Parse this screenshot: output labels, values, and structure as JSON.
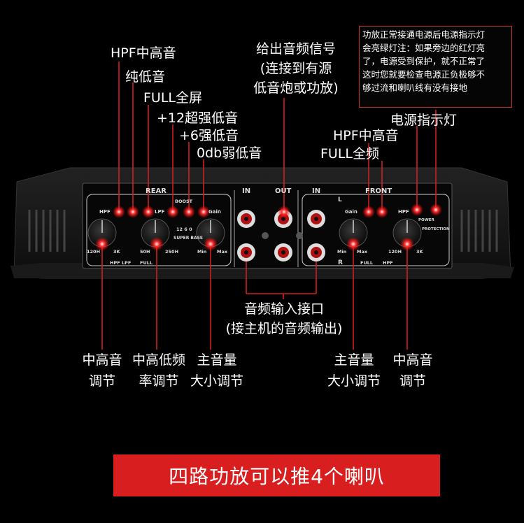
{
  "top_labels": {
    "hpf_mid_high": "HPF中高音",
    "pure_bass": "纯低音",
    "full_screen": "FULL全屏",
    "boost_12": "+12超强低音",
    "boost_6": "+6强低音",
    "boost_0": "0db弱低音",
    "output_line1": "给出音频信号",
    "output_line2": "(连接到有源",
    "output_line3": "低音炮或功放)",
    "right_hpf": "HPF中高音",
    "right_full": "FULL全频",
    "power_indicator": "电源指示灯"
  },
  "note": {
    "lines": [
      "功放正常接通电源后电源指示灯",
      "会亮绿灯注：如果旁边的红灯亮",
      "了，电源受到保护，就不正常了",
      "这时您就要检查电源正负极够不",
      "够过流和喇叭线有没有接地"
    ]
  },
  "panel": {
    "rear": "REAR",
    "in": "IN",
    "out": "OUT",
    "in2": "IN",
    "front": "FRONT",
    "l": "L",
    "r": "R",
    "hpf_l": "HPF",
    "lpf_l": "LPF",
    "boost": "BOOST",
    "gain_l": "Gain",
    "k_120h_l": "120H",
    "k_3k_l": "3K",
    "k_hpf_lpf": "HPF  LPF",
    "k_50h": "50H",
    "k_250h": "250H",
    "k_full": "FULL",
    "super_bass": "SUPER BASS",
    "boost_nums": "12 6 0",
    "min_l": "Min",
    "max_l": "Max",
    "gain_r": "Gain",
    "min_r": "Min",
    "max_r": "Max",
    "full_r": "FULL",
    "hpf_r": "HPF",
    "k_120h_r": "120H",
    "k_3k_r": "3K",
    "hpf_r2": "HPF",
    "power": "POWER",
    "protection": "PROTECTION"
  },
  "middle": {
    "input_line1": "音频输入接口",
    "input_line2": "(接主机的音频输出)"
  },
  "bottom_labels": {
    "a1": "中高音",
    "a2": "调节",
    "b1": "中高低频",
    "b2": "率调节",
    "c1": "主音量",
    "c2": "大小调节",
    "d1": "主音量",
    "d2": "大小调节",
    "e1": "中高音",
    "e2": "调节"
  },
  "banner": "四路功放可以推4个喇叭",
  "colors": {
    "accent_red": "#d81e1e",
    "led_red": "#ff2a2a",
    "led_green": "#3cff5a"
  }
}
